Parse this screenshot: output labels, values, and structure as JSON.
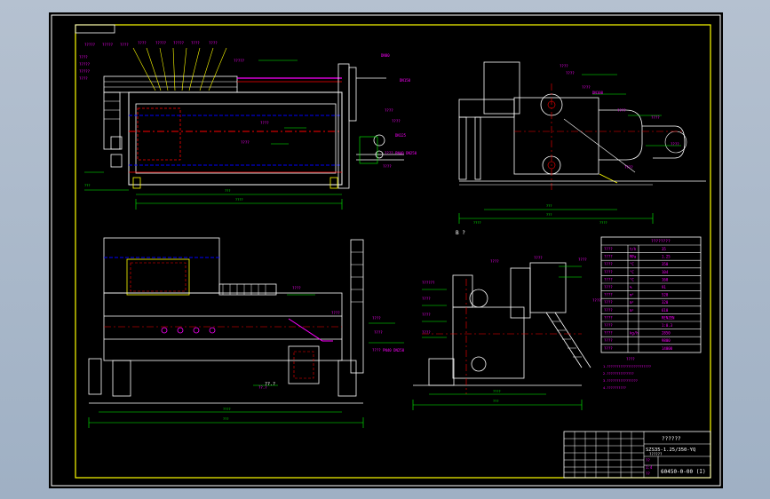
{
  "colors": {
    "sheet_bg": "#000000",
    "frame": "#ffffff",
    "inner_frame": "#ffff00",
    "callout": "#ff00ff",
    "dimension": "#00ff00",
    "center_line": "#ff0000",
    "hidden_line": "#0000ff",
    "outline": "#ffffff",
    "secondary": "#00ffff"
  },
  "view_labels": {
    "side_view_label": "B ?",
    "front_small_label": "??.?"
  },
  "title_block": {
    "project_title": "??????",
    "model": "SZS35-1.25/350-YQ",
    "model_sub": "??????",
    "drawing_no": "60450-0-00 (I)",
    "scale_label": "??",
    "sheet_label": "1:4",
    "weight_label": "??"
  },
  "spec_table": {
    "header": "????????",
    "rows": [
      [
        "????",
        "t/h",
        "35"
      ],
      [
        "????",
        "MPa",
        "1.25"
      ],
      [
        "????",
        "°C",
        "350"
      ],
      [
        "????",
        "°C",
        "104"
      ],
      [
        "????",
        "°C",
        "160"
      ],
      [
        "????",
        "%",
        "91"
      ],
      [
        "????",
        "m²",
        "520"
      ],
      [
        "????",
        "m²",
        "320"
      ],
      [
        "????",
        "m²",
        "610"
      ],
      [
        "????",
        "",
        "RENZEN"
      ],
      [
        "????",
        "",
        "1:0.3"
      ],
      [
        "????",
        "kg/h",
        "2850"
      ],
      [
        "????",
        "",
        "9800"
      ],
      [
        "????",
        "",
        "14000"
      ]
    ],
    "notes_title": "????",
    "notes": [
      "1.???????????????????????",
      "2.??????????????",
      "3.????????????????",
      "4.??????????"
    ]
  },
  "callouts": {
    "top_left_labels": [
      "?????",
      "?????",
      "????",
      "????",
      "?????",
      "?????",
      "????",
      "????"
    ],
    "top_left_side_labels": [
      "????",
      "?????",
      "?????",
      "????"
    ],
    "top_left_right_labels": [
      "DN80",
      "DN150",
      "????",
      "????",
      "DN125",
      "???? PN40 DN250",
      "????"
    ],
    "top_left_center_labels": [
      "?????",
      "????",
      "????"
    ],
    "top_right_labels": [
      "????",
      "????",
      "????",
      "DN100",
      "????",
      "????",
      "????",
      "????"
    ],
    "bottom_left_labels": [
      "????",
      "????",
      "????",
      "????",
      "???? PN40 DN250",
      "??.?"
    ],
    "bottom_right_labels": [
      "??????",
      "????",
      "????",
      "????",
      "????",
      "????",
      "????",
      "????"
    ]
  },
  "dimensions": {
    "top_left": [
      "????",
      "???",
      "???"
    ],
    "top_right": [
      "???",
      "???",
      "????",
      "????"
    ],
    "bottom_left": [
      "???",
      "????"
    ],
    "bottom_right": [
      "???",
      "????"
    ]
  }
}
